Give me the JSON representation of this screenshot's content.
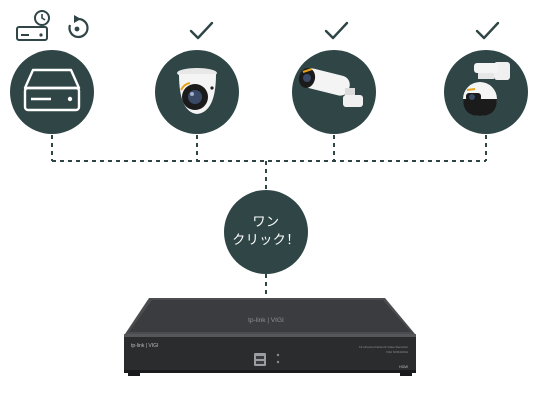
{
  "top_icons": {
    "storage_schedule": "hdd-clock-icon",
    "restore": "restore-arrow-icon"
  },
  "check_icons": [
    "checkmark-icon",
    "checkmark-icon",
    "checkmark-icon"
  ],
  "nodes": [
    {
      "icon": "hard-drive-icon"
    },
    {
      "icon": "turret-camera-icon"
    },
    {
      "icon": "bullet-camera-icon"
    },
    {
      "icon": "ptz-camera-icon"
    }
  ],
  "center_button": {
    "line1": "ワン",
    "line2": "クリック！"
  },
  "device": {
    "front_left_label": "tp-link | VIGI",
    "top_label": "tp-link | VIGI",
    "right_label_1": "16-Channel Network Video Recorder",
    "right_label_2": "VIGI NVR4016H",
    "port_label": "HDMI"
  },
  "colors": {
    "circle_fill": "#2f4546",
    "line_color": "#2f4546",
    "device_body": "#2b2c2e"
  }
}
